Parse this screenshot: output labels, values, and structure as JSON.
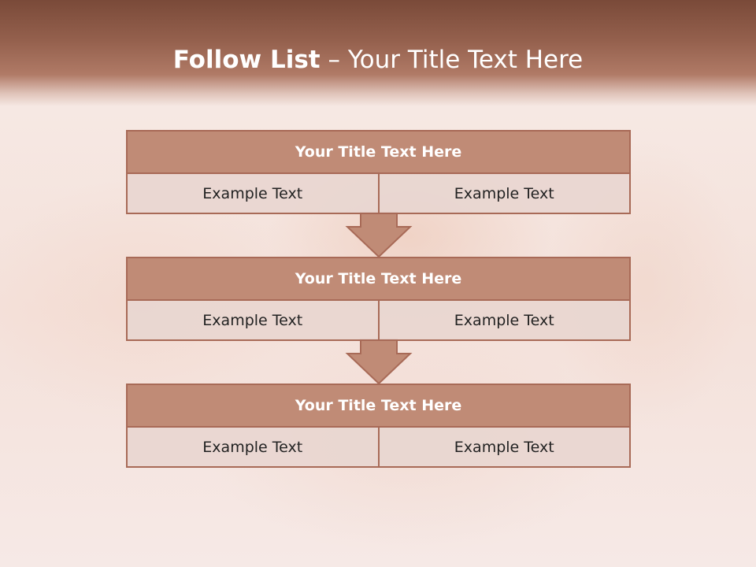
{
  "slide": {
    "title_bold": "Follow List",
    "title_rest": "– Your Title Text Here",
    "colors": {
      "header": "#94604d",
      "block_title": "#c08b76",
      "border": "#a86a57",
      "cell": "#e8d6d0",
      "arrow": "#c08b76"
    }
  },
  "blocks": [
    {
      "title": "Your Title Text Here",
      "left": "Example Text",
      "right": "Example Text"
    },
    {
      "title": "Your Title Text Here",
      "left": "Example Text",
      "right": "Example Text"
    },
    {
      "title": "Your Title Text Here",
      "left": "Example Text",
      "right": "Example Text"
    }
  ],
  "arrows": [
    {
      "icon": "down-arrow-icon"
    },
    {
      "icon": "down-arrow-icon"
    }
  ]
}
